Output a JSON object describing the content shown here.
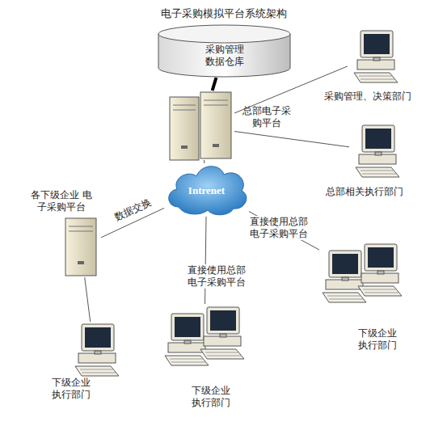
{
  "diagram": {
    "title": "电子采购模拟平台系统架构",
    "nodes": [
      {
        "text": [
          "采购管理 数据仓库"
        ]
      },
      {
        "text": [
          "总部电子采购平台"
        ]
      },
      {
        "text": [
          "采购管理、决策部门"
        ]
      },
      {
        "text": [
          "总部相关执行部门"
        ]
      },
      {
        "text": [
          "Intrenet"
        ]
      },
      {
        "text": [
          "各下级企业 电子采购平台"
        ]
      },
      {
        "text": [
          "下级企业 执行部门"
        ]
      },
      {
        "text": [
          "下级企业 执行部门"
        ]
      },
      {
        "text": [
          "下级企业 执行部门"
        ]
      }
    ],
    "edges": [
      {
        "from": 0,
        "to": 1,
        "arrow": "none"
      },
      {
        "from": 1,
        "to": 2,
        "arrow": "none"
      },
      {
        "from": 1,
        "to": 3,
        "arrow": "none"
      },
      {
        "from": 1,
        "to": 4,
        "arrow": "none"
      },
      {
        "from": 4,
        "to": 5,
        "label": "数据交换",
        "arrow": "none"
      },
      {
        "from": 5,
        "to": 6,
        "arrow": "none"
      },
      {
        "from": 4,
        "to": 7,
        "label": "直接使用总部 电子采购平台",
        "arrow": "none"
      },
      {
        "from": 4,
        "to": 8,
        "label": "直接使用总部 电子采购平台",
        "arrow": "none"
      }
    ]
  }
}
